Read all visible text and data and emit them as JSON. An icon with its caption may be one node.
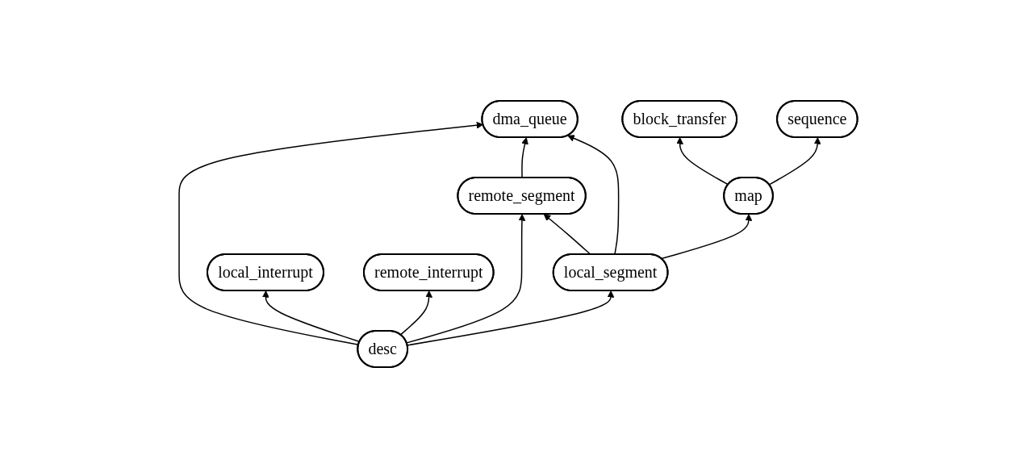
{
  "diagram": {
    "nodes": [
      {
        "text": [
          "block_transfer"
        ]
      },
      {
        "text": [
          "sequence"
        ]
      },
      {
        "text": [
          "dma_queue"
        ]
      },
      {
        "text": [
          "map"
        ]
      },
      {
        "text": [
          "remote_segment"
        ]
      },
      {
        "text": [
          "local_segment"
        ]
      },
      {
        "text": [
          "local_interrupt"
        ]
      },
      {
        "text": [
          "remote_interrupt"
        ]
      },
      {
        "text": [
          "desc"
        ]
      }
    ],
    "edges": [
      {
        "from": 3,
        "to": 0,
        "arrow": "to"
      },
      {
        "from": 3,
        "to": 1,
        "arrow": "to"
      },
      {
        "from": 5,
        "to": 2,
        "arrow": "to"
      },
      {
        "from": 5,
        "to": 3,
        "arrow": "to"
      },
      {
        "from": 5,
        "to": 4,
        "arrow": "to"
      },
      {
        "from": 4,
        "to": 2,
        "arrow": "to"
      },
      {
        "from": 8,
        "to": 2,
        "arrow": "to"
      },
      {
        "from": 8,
        "to": 5,
        "arrow": "to"
      },
      {
        "from": 8,
        "to": 4,
        "arrow": "to"
      },
      {
        "from": 8,
        "to": 6,
        "arrow": "to"
      },
      {
        "from": 8,
        "to": 7,
        "arrow": "to"
      }
    ]
  }
}
